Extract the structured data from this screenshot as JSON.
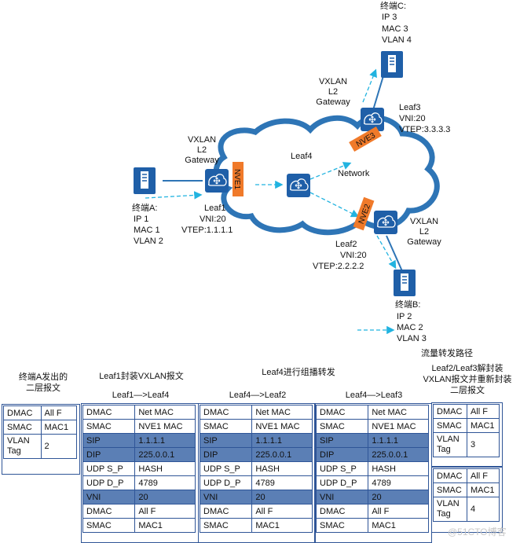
{
  "terminals": {
    "C": {
      "name": "终端C:",
      "ip": "IP 3",
      "mac": "MAC 3",
      "vlan": "VLAN 4"
    },
    "A": {
      "name": "终端A:",
      "ip": "IP 1",
      "mac": "MAC 1",
      "vlan": "VLAN 2"
    },
    "B": {
      "name": "终端B:",
      "ip": "IP 2",
      "mac": "MAC 2",
      "vlan": "VLAN 3"
    }
  },
  "leafs": {
    "leaf1": {
      "name": "Leaf1",
      "vni": "VNI:20",
      "vtep": "VTEP:1.1.1.1",
      "nve": "NVE1",
      "gw": "VXLAN\nL2\nGateway"
    },
    "leaf2": {
      "name": "Leaf2",
      "vni": "VNI:20",
      "vtep": "VTEP:2.2.2.2",
      "nve": "NVE2",
      "gw": "VXLAN\nL2\nGateway"
    },
    "leaf3": {
      "name": "Leaf3",
      "vni": "VNI:20",
      "vtep": "VTEP:3.3.3.3",
      "nve": "NVE3",
      "gw": "VXLAN\nL2\nGateway"
    },
    "leaf4": {
      "name": "Leaf4"
    }
  },
  "network_label": "Network",
  "legend_label": "流量转发路径",
  "colors": {
    "cloud_stroke": "#2e75b6",
    "device": "#1f5fa8",
    "nve": "#f07a2a",
    "path": "#21b3e0",
    "table_border": "#2f5597",
    "highlight": "#5b7fb5"
  },
  "titles": {
    "a": "终端A发出的\n二层报文",
    "leaf1": "Leaf1封装VXLAN报文",
    "leaf4": "Leaf4进行组播转发",
    "leaf23": "Leaf2/Leaf3解封装\nVXLAN报文并重新封装\n二层报文"
  },
  "subtitles": {
    "l1_l4": "Leaf1—>Leaf4",
    "l4_l2": "Leaf4—>Leaf2",
    "l4_l3": "Leaf4—>Leaf3"
  },
  "frame_a": [
    [
      "DMAC",
      "All F"
    ],
    [
      "SMAC",
      "MAC1"
    ],
    [
      "VLAN\nTag",
      "2"
    ]
  ],
  "vxlan_l1_l4": [
    [
      "DMAC",
      "Net MAC"
    ],
    [
      "SMAC",
      "NVE1 MAC"
    ],
    [
      "SIP",
      "1.1.1.1"
    ],
    [
      "DIP",
      "225.0.0.1"
    ],
    [
      "UDP S_P",
      "HASH"
    ],
    [
      "UDP D_P",
      "4789"
    ],
    [
      "VNI",
      "20"
    ],
    [
      "DMAC",
      "All F"
    ],
    [
      "SMAC",
      "MAC1"
    ]
  ],
  "vxlan_l4_l2": [
    [
      "DMAC",
      "Net MAC"
    ],
    [
      "SMAC",
      "NVE1 MAC"
    ],
    [
      "SIP",
      "1.1.1.1"
    ],
    [
      "DIP",
      "225.0.0.1"
    ],
    [
      "UDP S_P",
      "HASH"
    ],
    [
      "UDP D_P",
      "4789"
    ],
    [
      "VNI",
      "20"
    ],
    [
      "DMAC",
      "All F"
    ],
    [
      "SMAC",
      "MAC1"
    ]
  ],
  "vxlan_l4_l3": [
    [
      "DMAC",
      "Net MAC"
    ],
    [
      "SMAC",
      "NVE1 MAC"
    ],
    [
      "SIP",
      "1.1.1.1"
    ],
    [
      "DIP",
      "225.0.0.1"
    ],
    [
      "UDP S_P",
      "HASH"
    ],
    [
      "UDP D_P",
      "4789"
    ],
    [
      "VNI",
      "20"
    ],
    [
      "DMAC",
      "All F"
    ],
    [
      "SMAC",
      "MAC1"
    ]
  ],
  "frame_b": [
    [
      "DMAC",
      "All F"
    ],
    [
      "SMAC",
      "MAC1"
    ],
    [
      "VLAN\nTag",
      "3"
    ]
  ],
  "frame_c": [
    [
      "DMAC",
      "All F"
    ],
    [
      "SMAC",
      "MAC1"
    ],
    [
      "VLAN\nTag",
      "4"
    ]
  ],
  "watermark": "@51CTO博客"
}
